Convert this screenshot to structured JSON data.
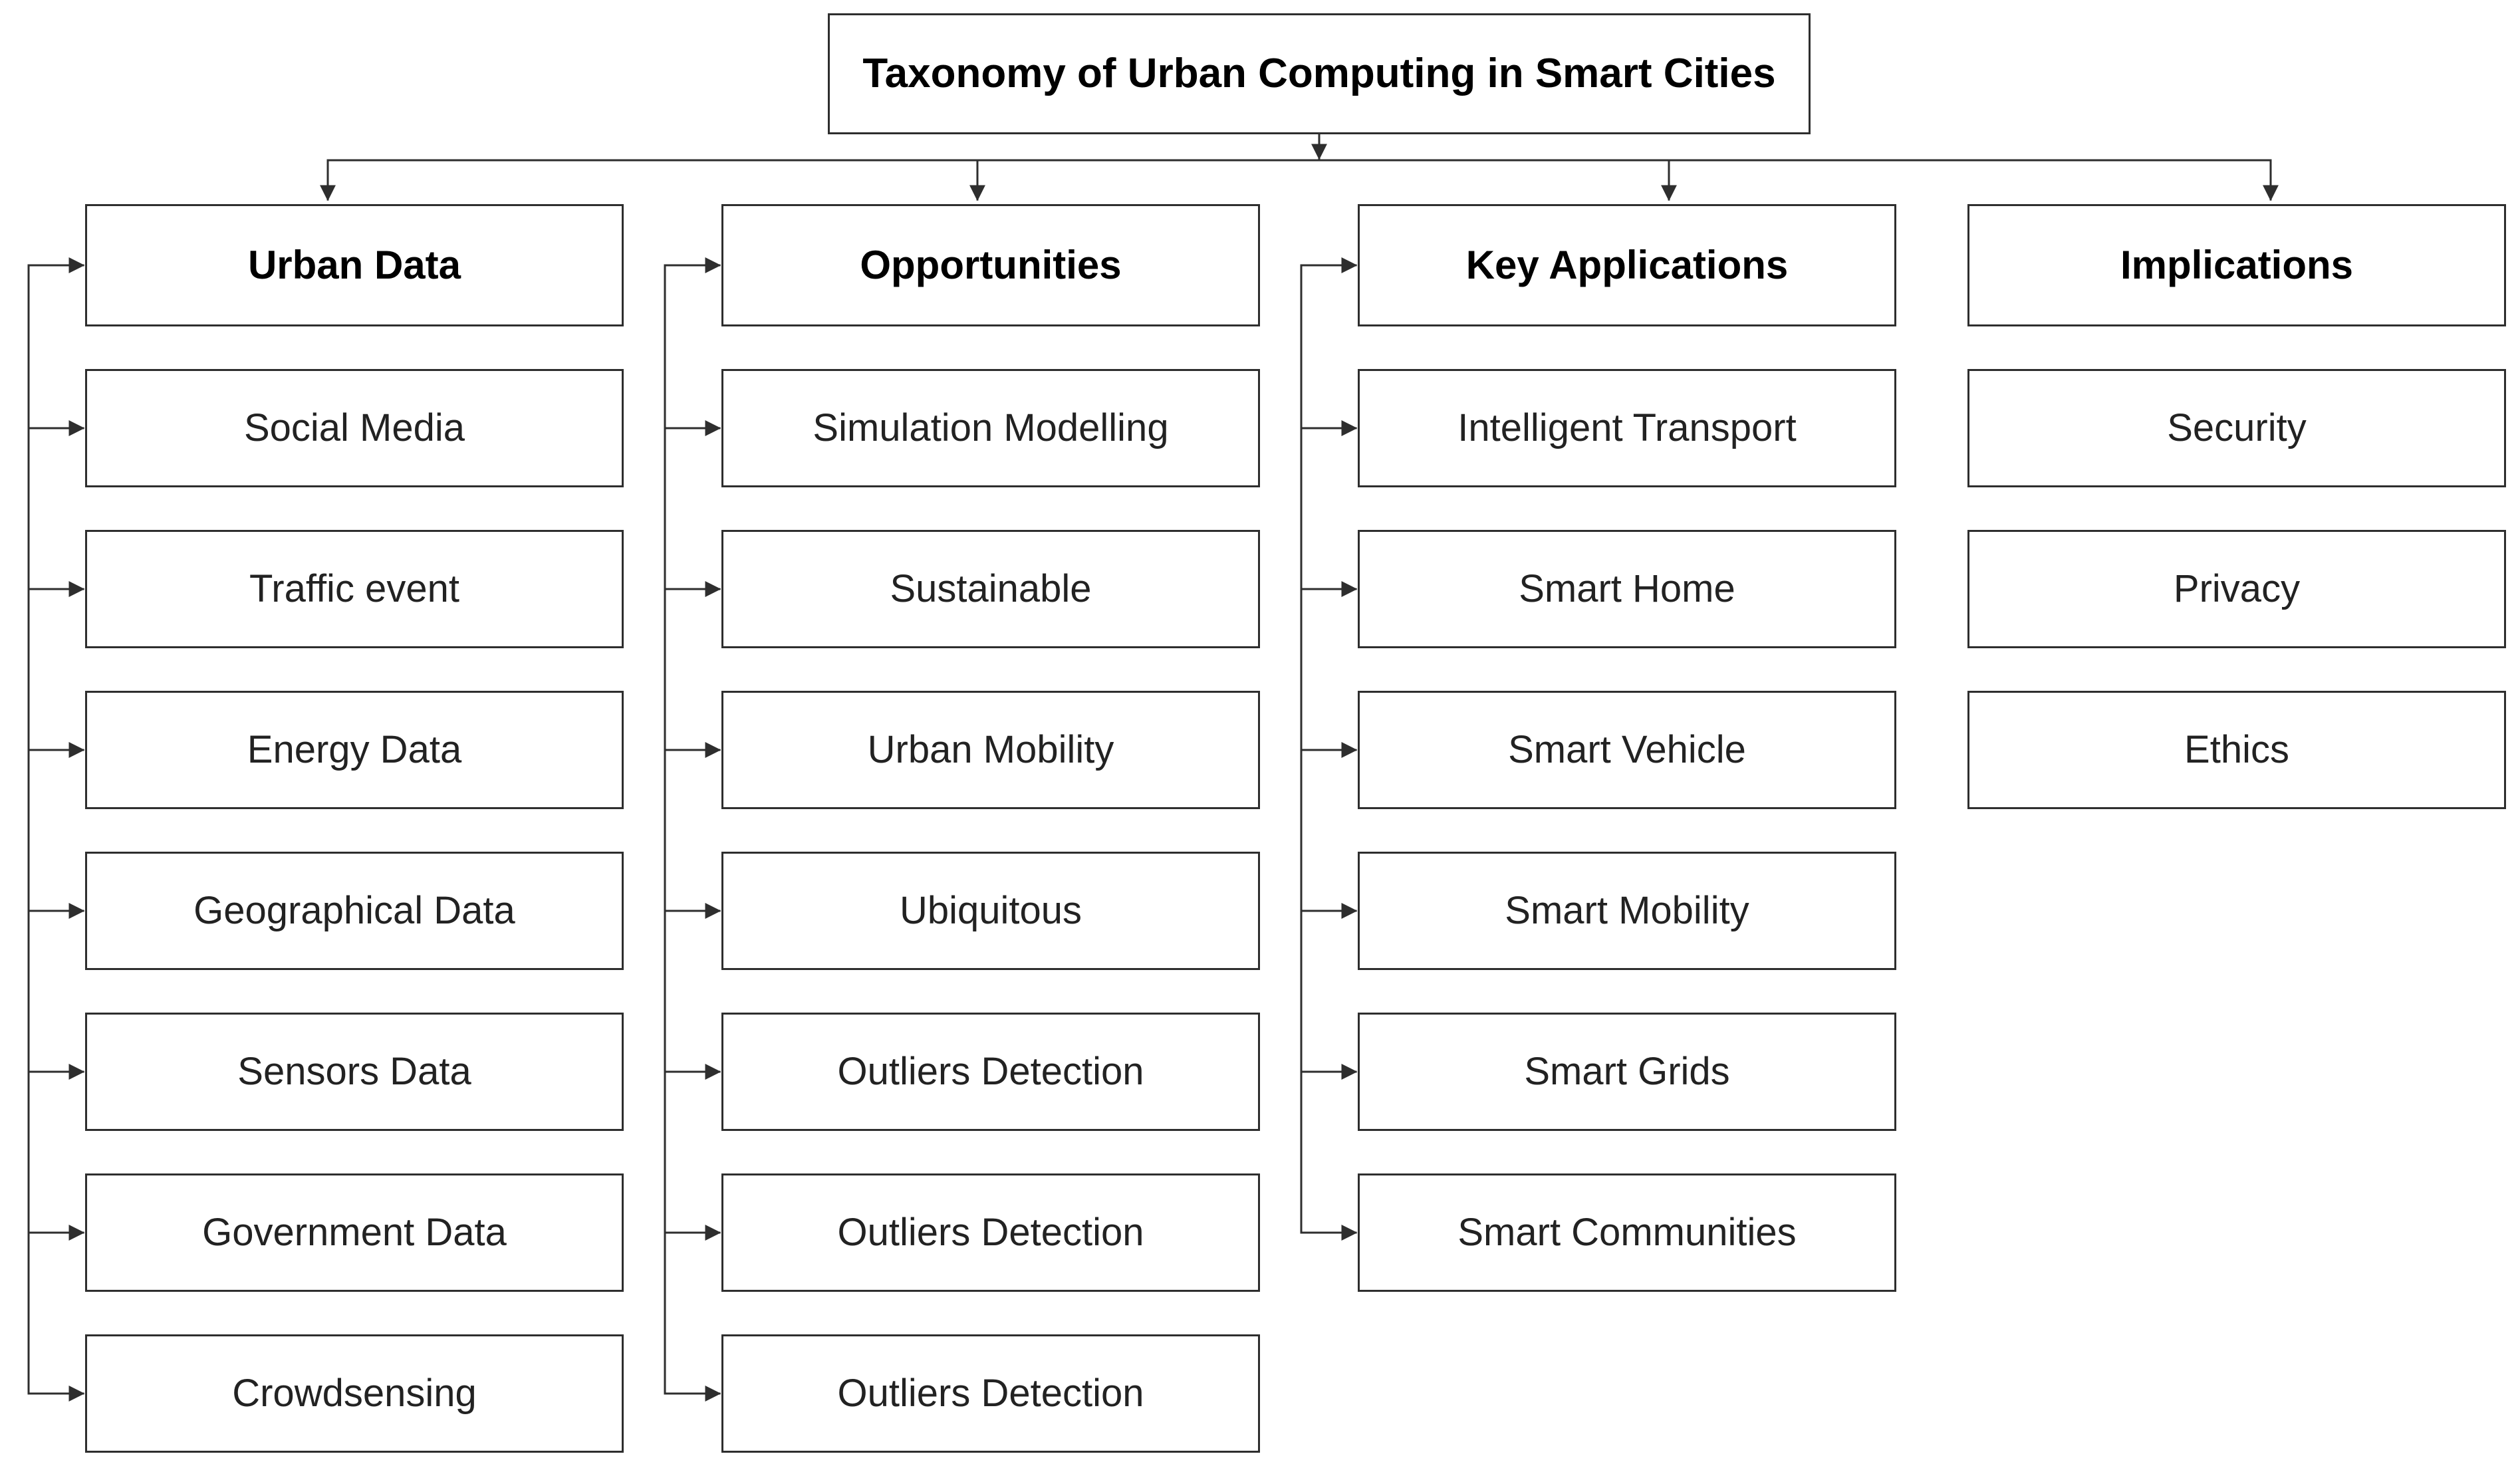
{
  "title": "Taxonomy of Urban Computing in Smart Cities",
  "columns": [
    {
      "header": "Urban Data",
      "items": [
        "Social Media",
        "Traffic event",
        "Energy Data",
        "Geographical Data",
        "Sensors Data",
        "Government Data",
        "Crowdsensing"
      ]
    },
    {
      "header": "Opportunities",
      "items": [
        "Simulation Modelling",
        "Sustainable",
        "Urban Mobility",
        "Ubiquitous",
        "Outliers Detection",
        "Outliers Detection",
        "Outliers Detection"
      ]
    },
    {
      "header": "Key Applications",
      "items": [
        "Intelligent Transport",
        "Smart Home",
        "Smart Vehicle",
        "Smart Mobility",
        "Smart Grids",
        "Smart Communities"
      ]
    },
    {
      "header": "Implications",
      "items": [
        "Security",
        "Privacy",
        "Ethics"
      ]
    }
  ],
  "colors": {
    "background": "#ffffff",
    "line": "#2e2e2e",
    "text": "#222222",
    "heading_text": "#000000"
  }
}
